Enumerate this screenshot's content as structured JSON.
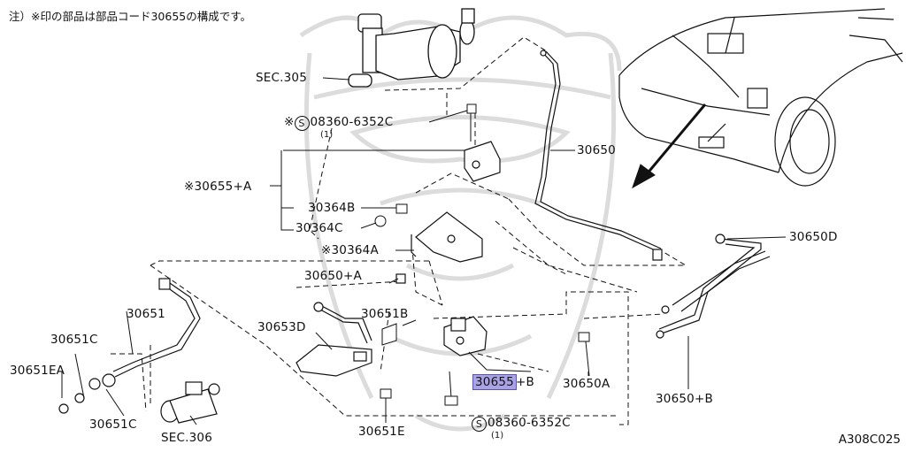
{
  "note": "注）※印の部品は部品コード30655の構成です。",
  "circle_symbol": "S",
  "labels": {
    "sec305": "SEC.305",
    "bolt_top": "※",
    "bolt_top_code": "08360-6352C",
    "bolt_top_qty": "(1)",
    "p30650": "30650",
    "p30655A": "※30655+A",
    "p30364B": "30364B",
    "p30364C": "30364C",
    "p30364A": "※30364A",
    "p30650D": "30650D",
    "p30650A_hose": "30650+A",
    "p30651B": "30651B",
    "p30653D": "30653D",
    "p30651": "30651",
    "p30651C_top": "30651C",
    "p30651EA": "30651EA",
    "p30651C_bottom": "30651C",
    "sec306": "SEC.306",
    "p30651E": "30651E",
    "p30655_main": "30655",
    "p30655_suffix": "+B",
    "p30650A_bolt": "30650A",
    "p30650B": "30650+B",
    "bolt_bottom_code": "08360-6352C",
    "bolt_bottom_qty": "(1)",
    "figure_code": "A308C025"
  },
  "colors": {
    "highlight": "#a9a3e6",
    "line": "#111111",
    "watermark": "#d8d8d8"
  }
}
